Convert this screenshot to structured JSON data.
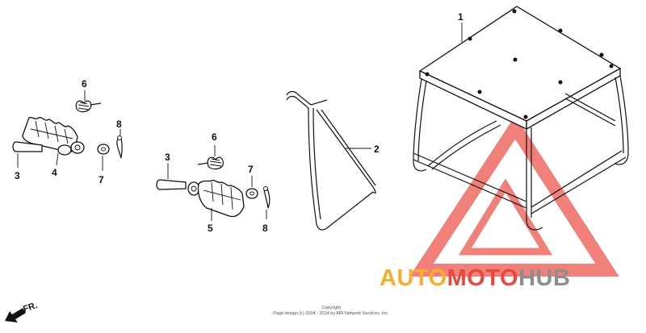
{
  "callouts": {
    "c1": "1",
    "c2": "2",
    "c3a": "3",
    "c3b": "3",
    "c4": "4",
    "c5": "5",
    "c6a": "6",
    "c6b": "6",
    "c7a": "7",
    "c7b": "7",
    "c8a": "8",
    "c8b": "8"
  },
  "direction": {
    "label": "FR."
  },
  "copyright": {
    "line1": "Copyright",
    "line2": "Page design (c) 2004 - 2014 by ARI Network Services, Inc."
  },
  "watermark": {
    "part1": "AUTO",
    "part2": "MOTO",
    "part3": "HUB",
    "colors": {
      "orange": "#f6ae2d",
      "red": "#e8483e",
      "gray": "#8d8d8d",
      "triangle": "#ef6a63"
    }
  }
}
